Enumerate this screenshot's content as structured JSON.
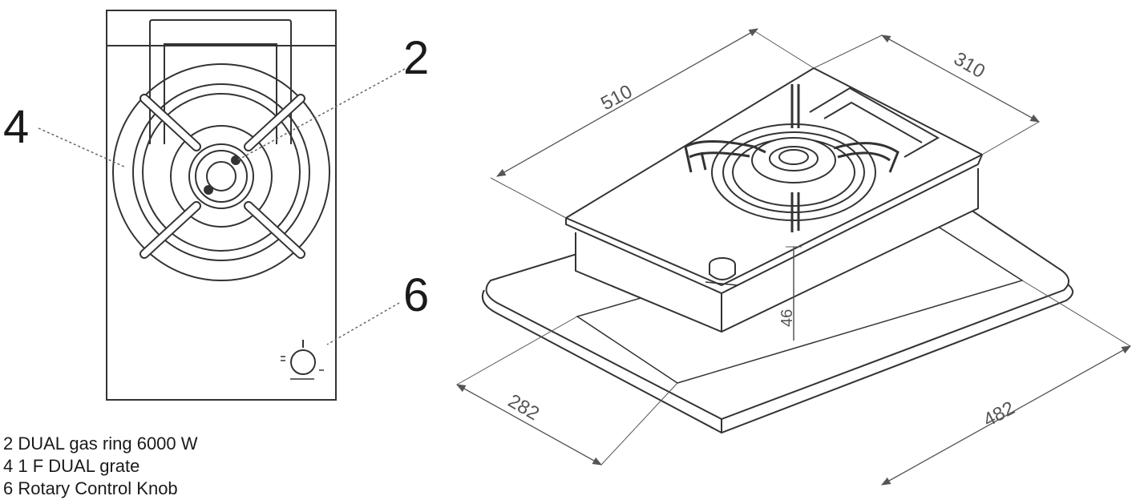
{
  "callouts": {
    "two": "2",
    "four": "4",
    "six": "6"
  },
  "legend": [
    "2 DUAL gas ring  6000 W",
    "4 1 F DUAL grate",
    "6 Rotary Control Knob"
  ],
  "dimensions": {
    "length": "510",
    "width": "310",
    "height": "46",
    "cutout_width": "282",
    "cutout_length": "482"
  }
}
